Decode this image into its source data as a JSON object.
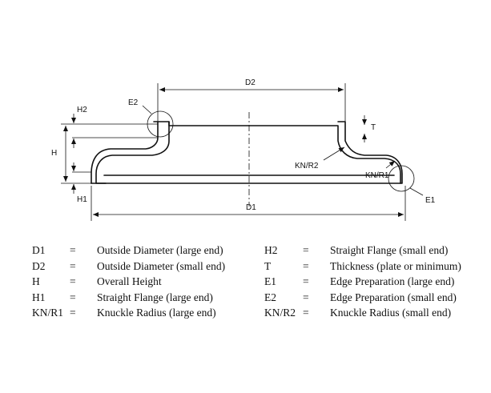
{
  "diagram": {
    "labels": {
      "d2": "D2",
      "d1": "D1",
      "h": "H",
      "h1": "H1",
      "h2": "H2",
      "t": "T",
      "e1": "E1",
      "e2": "E2",
      "kn_r1": "KN/R1",
      "kn_r2": "KN/R2"
    }
  },
  "legend": {
    "left": [
      {
        "symbol": "D1",
        "eq": "=",
        "desc": "Outside Diameter (large end)"
      },
      {
        "symbol": "D2",
        "eq": "=",
        "desc": "Outside Diameter (small end)"
      },
      {
        "symbol": "H",
        "eq": "=",
        "desc": "Overall Height"
      },
      {
        "symbol": "H1",
        "eq": "=",
        "desc": "Straight Flange (large end)"
      },
      {
        "symbol": "KN/R1",
        "eq": "=",
        "desc": "Knuckle Radius (large end)"
      }
    ],
    "right": [
      {
        "symbol": "H2",
        "eq": "=",
        "desc": "Straight Flange (small end)"
      },
      {
        "symbol": "T",
        "eq": "=",
        "desc": "Thickness (plate or minimum)"
      },
      {
        "symbol": "E1",
        "eq": "=",
        "desc": "Edge Preparation (large end)"
      },
      {
        "symbol": "E2",
        "eq": "=",
        "desc": "Edge Preparation (small end)"
      },
      {
        "symbol": "KN/R2",
        "eq": "=",
        "desc": "Knuckle Radius (small end)"
      }
    ]
  }
}
